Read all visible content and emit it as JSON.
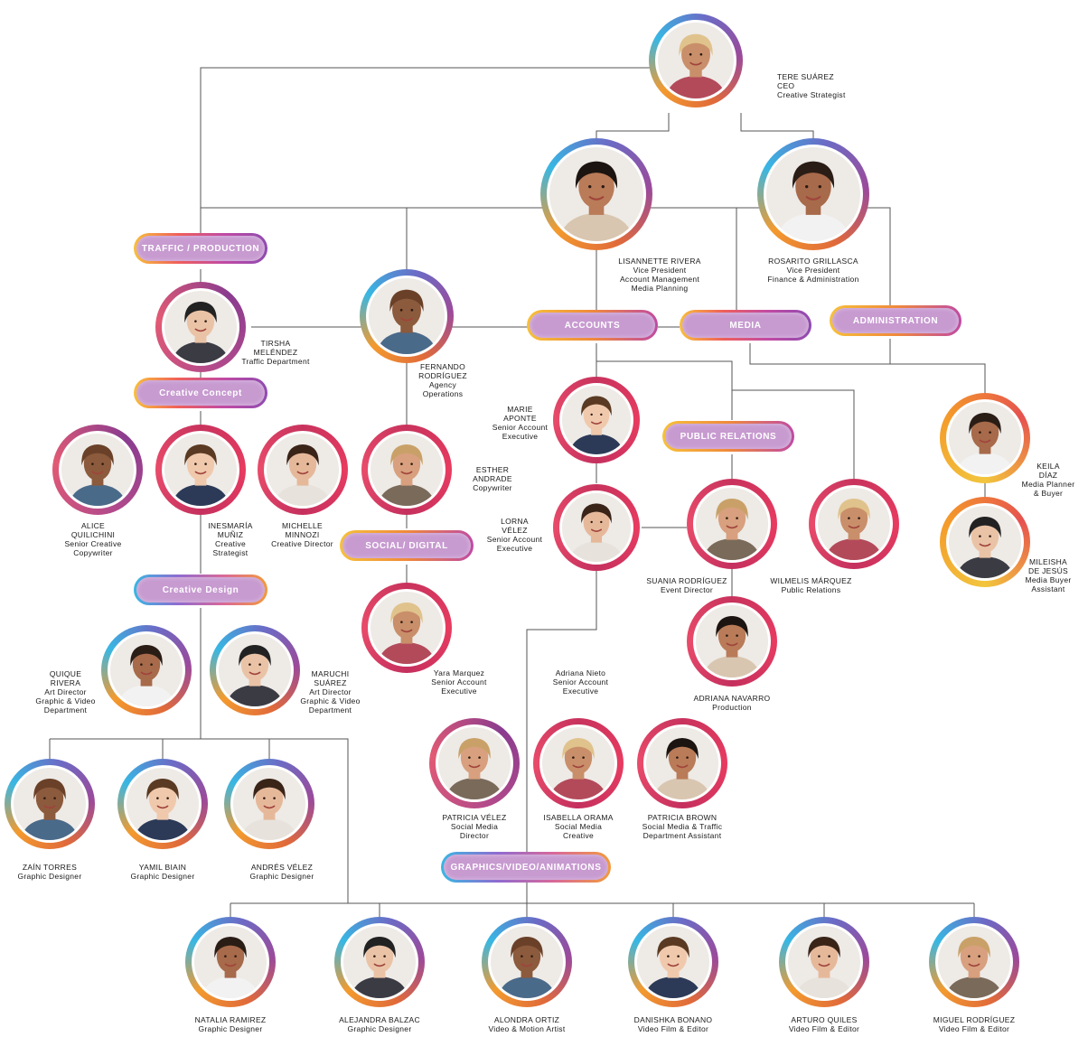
{
  "departments": {
    "traffic": "TRAFFIC / PRODUCTION",
    "creative_concept": "Creative Concept",
    "creative_design": "Creative Design",
    "social_digital": "SOCIAL/ DIGITAL",
    "accounts": "ACCOUNTS",
    "media": "MEDIA",
    "administration": "ADMINISTRATION",
    "public_relations": "PUBLIC RELATIONS",
    "graphics_video": "GRAPHICS/VIDEO/ANIMATIONS"
  },
  "people": {
    "tere": "TERE SUÁREZ\nCEO\nCreative Strategist",
    "lisannette": "LISANNETTE RIVERA\nVice President\nAccount Management\nMedia Planning",
    "rosarito": "ROSARITO GRILLASCA\nVice President\nFinance & Administration",
    "tirsha": "TIRSHA\nMELÉNDEZ\nTraffic Department",
    "fernando": "FERNANDO\nRODRÍGUEZ\nAgency\nOperations",
    "marie": "MARIE\nAPONTE\nSenior Account\nExecutive",
    "lorna": "LORNA\nVÉLEZ\nSenior Account\nExecutive",
    "suania": "SUANIA RODRÍGUEZ\nEvent Director",
    "wilmelis": "WILMELIS MÁRQUEZ\nPublic Relations",
    "adriana_navarro": "ADRIANA NAVARRO\nProduction",
    "keila": "KEILA\nDÍAZ\nMedia Planner\n& Buyer",
    "mileisha": "MILEISHA\nDE JESÚS\nMedia Buyer\nAssistant",
    "alice": "ALICE\nQUILICHINI\nSenior Creative\nCopywriter",
    "inesmaria": "INESMARÍA\nMUÑIZ\nCreative\nStrategist",
    "michelle": "MICHELLE\nMINNOZI\nCreative Director",
    "esther": "ESTHER ANDRADE\nCopywriter",
    "yara": "Yara Marquez\nSenior Account\nExecutive",
    "adriana_nieto": "Adriana Nieto\nSenior Account\nExecutive",
    "quique": "QUIQUE\nRIVERA\nArt Director\nGraphic & Video\nDepartment",
    "maruchi": "MARUCHI\nSUÁREZ\nArt Director\nGraphic & Video\nDepartment",
    "zain": "ZAÍN TORRES\nGraphic Designer",
    "yamil": "YAMIL BIAIN\nGraphic Designer",
    "andres": "ANDRÉS VÉLEZ\nGraphic Designer",
    "patricia_velez": "PATRICIA VÉLEZ\nSocial Media\nDirector",
    "isabella": "ISABELLA ORAMA\nSocial Media\nCreative",
    "patricia_brown": "PATRICIA BROWN\nSocial Media & Traffic\nDepartment Assistant",
    "natalia": "NATALIA RAMIREZ\nGraphic Designer",
    "alejandra": "ALEJANDRA BALZAC\nGraphic Designer",
    "alondra": "ALONDRA ORTIZ\nVideo & Motion Artist",
    "danishka": "DANISHKA BONANO\nVideo Film & Editor",
    "arturo": "ARTURO QUILES\nVideo Film & Editor",
    "miguel": "MIGUEL RODRÍGUEZ\nVideo Film & Editor"
  }
}
